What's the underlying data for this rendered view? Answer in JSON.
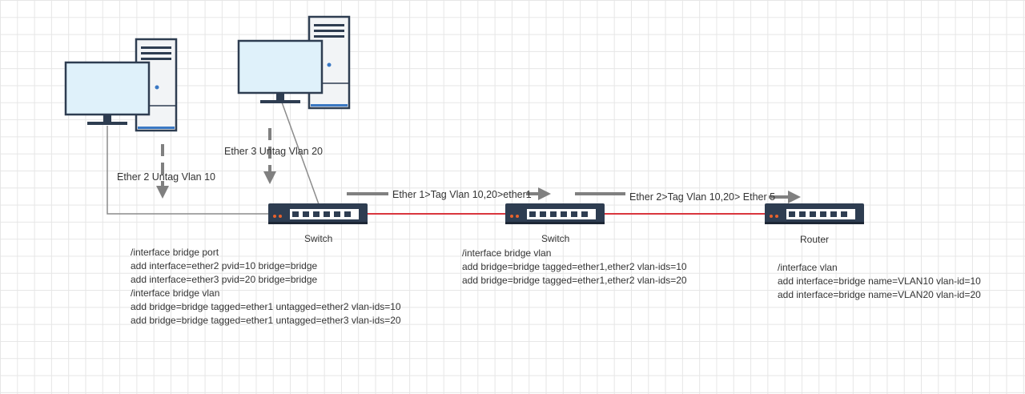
{
  "labels": {
    "pc1_link": "Ether 2 Untag Vlan 10",
    "pc2_link": "Ether 3 Untag Vlan 20",
    "trunk1": "Ether 1>Tag Vlan 10,20>ether1",
    "trunk2": "Ether 2>Tag Vlan 10,20> Ether 5"
  },
  "devices": {
    "switch1": "Switch",
    "switch2": "Switch",
    "router": "Router"
  },
  "config": {
    "switch1": [
      "/interface bridge port",
      "add interface=ether2 pvid=10 bridge=bridge",
      "add interface=ether3 pvid=20 bridge=bridge",
      "/interface bridge vlan",
      "add bridge=bridge tagged=ether1 untagged=ether2 vlan-ids=10",
      "add bridge=bridge tagged=ether1 untagged=ether3 vlan-ids=20"
    ],
    "switch2": [
      "/interface bridge vlan",
      "add bridge=bridge tagged=ether1,ether2 vlan-ids=10",
      "add bridge=bridge tagged=ether1,ether2 vlan-ids=20"
    ],
    "router": [
      "/interface vlan",
      "add interface=bridge name=VLAN10 vlan-id=10",
      "add interface=bridge name=VLAN20 vlan-id=20"
    ]
  },
  "colors": {
    "link_red": "#d9363e",
    "cable_gray": "#8c8c8c",
    "arrow_gray": "#808080",
    "switch_body": "#2e3d51",
    "port_fill": "#ffffff",
    "led_orange": "#e8622c",
    "monitor_screen": "#dff1fa",
    "tower_fill": "#f2f4f6"
  }
}
